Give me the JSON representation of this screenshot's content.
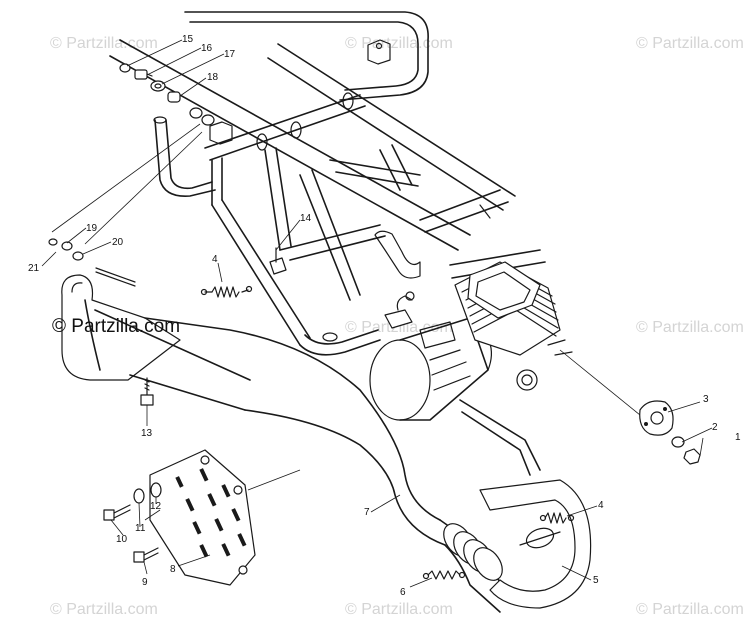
{
  "watermark": {
    "text": "© Partzilla.com"
  },
  "brand_label": {
    "text": "© Partzilla.com"
  },
  "callouts": [
    {
      "id": "c1",
      "text": "1"
    },
    {
      "id": "c2",
      "text": "2"
    },
    {
      "id": "c3",
      "text": "3"
    },
    {
      "id": "c4a",
      "text": "4"
    },
    {
      "id": "c4b",
      "text": "4"
    },
    {
      "id": "c5",
      "text": "5"
    },
    {
      "id": "c6",
      "text": "6"
    },
    {
      "id": "c7",
      "text": "7"
    },
    {
      "id": "c8",
      "text": "8"
    },
    {
      "id": "c9",
      "text": "9"
    },
    {
      "id": "c10",
      "text": "10"
    },
    {
      "id": "c11",
      "text": "11"
    },
    {
      "id": "c12",
      "text": "12"
    },
    {
      "id": "c13",
      "text": "13"
    },
    {
      "id": "c14",
      "text": "14"
    },
    {
      "id": "c15",
      "text": "15"
    },
    {
      "id": "c16",
      "text": "16"
    },
    {
      "id": "c17",
      "text": "17"
    },
    {
      "id": "c18",
      "text": "18"
    },
    {
      "id": "c19",
      "text": "19"
    },
    {
      "id": "c20",
      "text": "20"
    },
    {
      "id": "c21",
      "text": "21"
    }
  ]
}
